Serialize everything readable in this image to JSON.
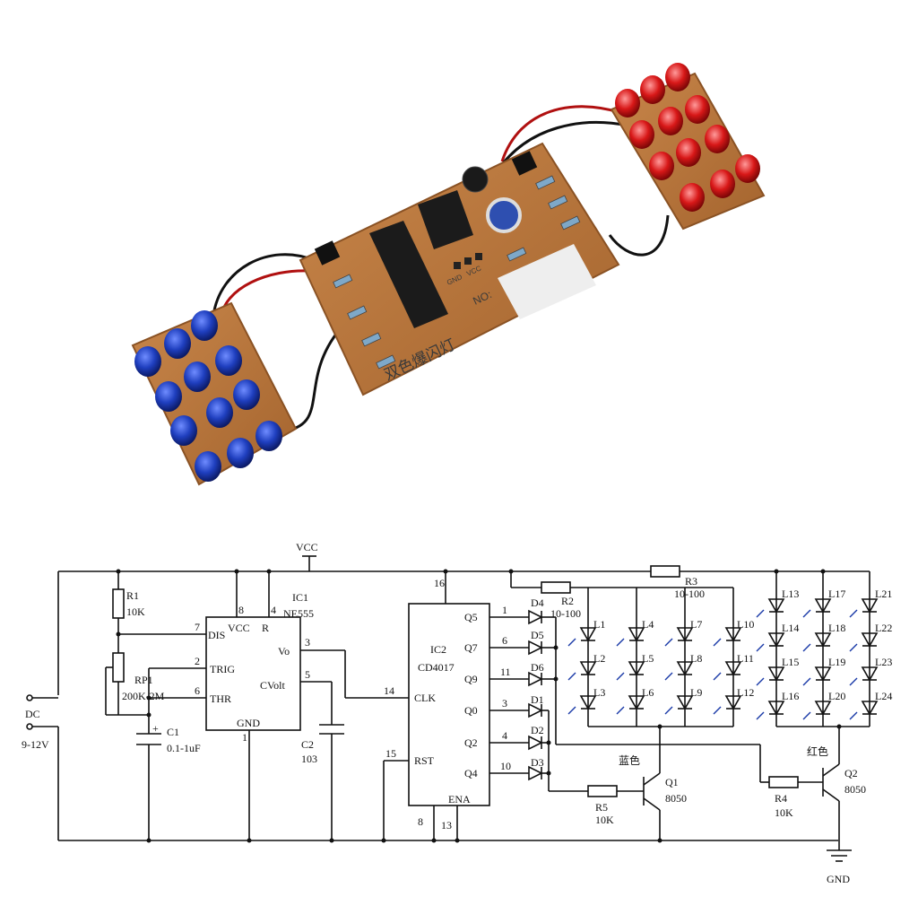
{
  "photo": {
    "board_title": "双色爆闪灯",
    "board_no_label": "NO:",
    "header_pins": [
      "GND",
      "VCC"
    ],
    "led_colors": {
      "blue": "#1f3fbf",
      "red": "#d81818",
      "pcb": "#b8743c"
    }
  },
  "schematic": {
    "vcc": "VCC",
    "gnd": "GND",
    "dc_label": "DC",
    "dc_voltage": "9-12V",
    "r1": {
      "name": "R1",
      "value": "10K"
    },
    "rp1": {
      "name": "RP1",
      "value": "200K-2M"
    },
    "c1": {
      "name": "C1",
      "value": "0.1-1uF"
    },
    "c2": {
      "name": "C2",
      "value": "103"
    },
    "ic1": {
      "name": "IC1",
      "part": "NE555",
      "pins": {
        "dis": "DIS",
        "vcc": "VCC",
        "r": "R",
        "vo": "Vo",
        "trig": "TRIG",
        "thr": "THR",
        "cvolt": "CVolt",
        "gnd": "GND"
      },
      "pin_numbers": {
        "dis": "7",
        "vcc": "8",
        "r": "4",
        "vo": "3",
        "trig": "2",
        "thr": "6",
        "cvolt": "5",
        "gnd": "1"
      }
    },
    "ic2": {
      "name": "IC2",
      "part": "CD4017",
      "pins": {
        "clk": "CLK",
        "rst": "RST",
        "ena": "ENA",
        "q5": "Q5",
        "q7": "Q7",
        "q9": "Q9",
        "q0": "Q0",
        "q2": "Q2",
        "q4": "Q4"
      },
      "pin_numbers": {
        "vdd": "16",
        "clk": "14",
        "rst": "15",
        "gnd": "8",
        "ena": "13",
        "q5": "1",
        "q7": "6",
        "q9": "11",
        "q0": "3",
        "q2": "4",
        "q4": "10"
      }
    },
    "diodes": [
      "D4",
      "D5",
      "D6",
      "D1",
      "D2",
      "D3"
    ],
    "r2": {
      "name": "R2",
      "value": "10-100"
    },
    "r3": {
      "name": "R3",
      "value": "10-100"
    },
    "r4": {
      "name": "R4",
      "value": "10K"
    },
    "r5": {
      "name": "R5",
      "value": "10K"
    },
    "q1": {
      "name": "Q1",
      "part": "8050"
    },
    "q2": {
      "name": "Q2",
      "part": "8050"
    },
    "blue_label": "蓝色",
    "red_label": "红色",
    "leds": [
      "L1",
      "L2",
      "L3",
      "L4",
      "L5",
      "L6",
      "L7",
      "L8",
      "L9",
      "L10",
      "L11",
      "L12",
      "L13",
      "L14",
      "L15",
      "L16",
      "L17",
      "L18",
      "L19",
      "L20",
      "L21",
      "L22",
      "L23",
      "L24"
    ]
  }
}
